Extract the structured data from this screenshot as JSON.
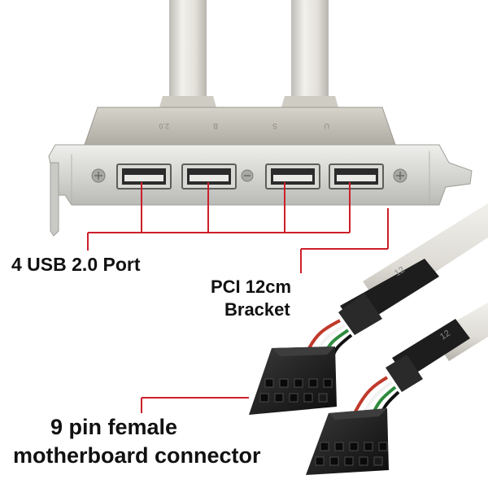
{
  "labels": {
    "usb_ports": "4 USB 2.0 Port",
    "bracket_line1": "PCI 12cm",
    "bracket_line2": "Bracket",
    "connector_line1": "9 pin female",
    "connector_line2": "motherboard connector"
  },
  "bracket_embossed_text": [
    "U",
    "S",
    "B",
    "2.0"
  ],
  "cable_print": [
    "12",
    "12"
  ],
  "colors": {
    "callout_line": "#cc1f2a",
    "cable": "#e6e4de",
    "bracket_metal": "#d7d7d4",
    "plastic_housing": "#bdbab2",
    "connector_black": "#1a1a1a",
    "wire_red": "#c0392b",
    "wire_white": "#f2f2f2",
    "wire_green": "#2e8b3d",
    "wire_black": "#111111"
  },
  "counts": {
    "usb_ports": 4,
    "header_pins": 9
  }
}
